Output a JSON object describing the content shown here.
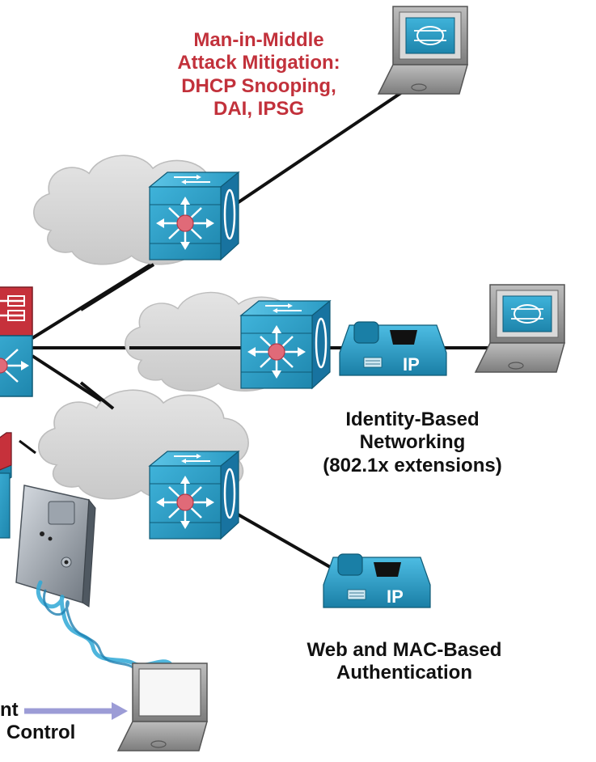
{
  "labels": {
    "mitm_line1": "Man-in-Middle",
    "mitm_line2": "Attack Mitigation:",
    "mitm_line3": "DHCP Snooping,",
    "mitm_line4": "DAI, IPSG",
    "ibn_line1": "Identity-Based",
    "ibn_line2": "Networking",
    "ibn_line3": "(802.1x extensions)",
    "web_line1": "Web and MAC-Based",
    "web_line2": "Authentication",
    "cut_line1": "nt",
    "cut_line2": "Control"
  },
  "phone_label": "IP",
  "colors": {
    "label_red": "#c2313b",
    "switch_blue": "#2a9bc4",
    "switch_dark": "#12617f",
    "router_red": "#c6313b",
    "cloud_gray": "#d6d6d6",
    "arrow_lavender": "#9c9cd6"
  },
  "icons": [
    "cloud",
    "multilayer-switch",
    "router",
    "ip-phone",
    "laptop",
    "wireless-access-point"
  ]
}
